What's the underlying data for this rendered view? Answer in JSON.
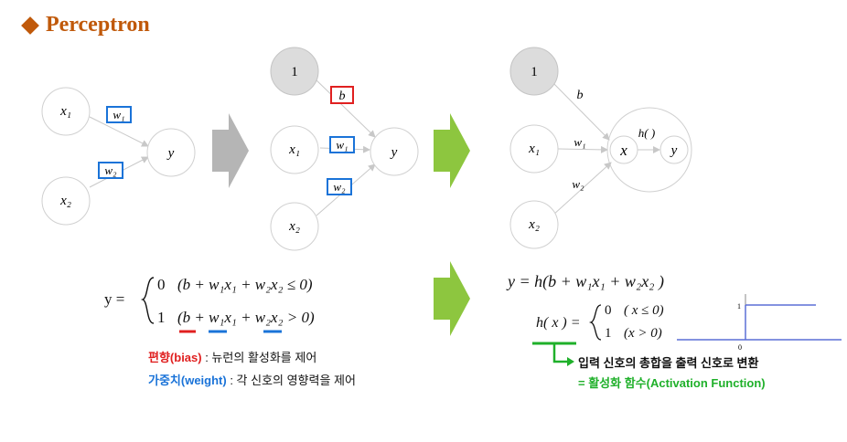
{
  "title": "Perceptron",
  "colors": {
    "title": "#c0590a",
    "bias_box": "#e02020",
    "weight_box": "#1a73d8",
    "arrow_gray": "#b5b5b5",
    "arrow_green": "#8dc63f",
    "node_fill_gray": "#dcdcdc",
    "step_line": "#5b6fd6"
  },
  "diagram1": {
    "x1": "x₁",
    "x2": "x₂",
    "w1": "w₁",
    "w2": "w₂",
    "y": "y"
  },
  "diagram2": {
    "one": "1",
    "b": "b",
    "x1": "x₁",
    "x2": "x₂",
    "w1": "w₁",
    "w2": "w₂",
    "y": "y"
  },
  "diagram3": {
    "one": "1",
    "b": "b",
    "x1": "x₁",
    "x2": "x₂",
    "w1": "w₁",
    "w2": "w₂",
    "x": "x",
    "h": "h( )",
    "y": "y"
  },
  "formula_left": {
    "lhs": "y =",
    "case0_val": "0",
    "case0_cond": "(b + w₁x₁ + w₂x₂ ≤ 0)",
    "case1_val": "1",
    "case1_cond": "(b + w₁x₁ + w₂x₂ > 0)"
  },
  "notes": {
    "bias_term": "편향(bias)",
    "bias_desc": " : 뉴런의 활성화를 제어",
    "weight_term": "가중치(weight)",
    "weight_desc": " : 각 신호의 영향력을 제어"
  },
  "formula_right": {
    "main": "y = h(b + w₁x₁ + w₂x₂ )",
    "h_lhs": "h( x ) =",
    "case0_val": "0",
    "case0_cond": "( x ≤ 0)",
    "case1_val": "1",
    "case1_cond": "(x > 0)"
  },
  "step_plot": {
    "y_tick": "1",
    "x_tick": "0"
  },
  "activation": {
    "line1": "입력 신호의 총합을 출력 신호로 변환",
    "line2_prefix": "= ",
    "line2": "활성화 함수(Activation Function)"
  }
}
